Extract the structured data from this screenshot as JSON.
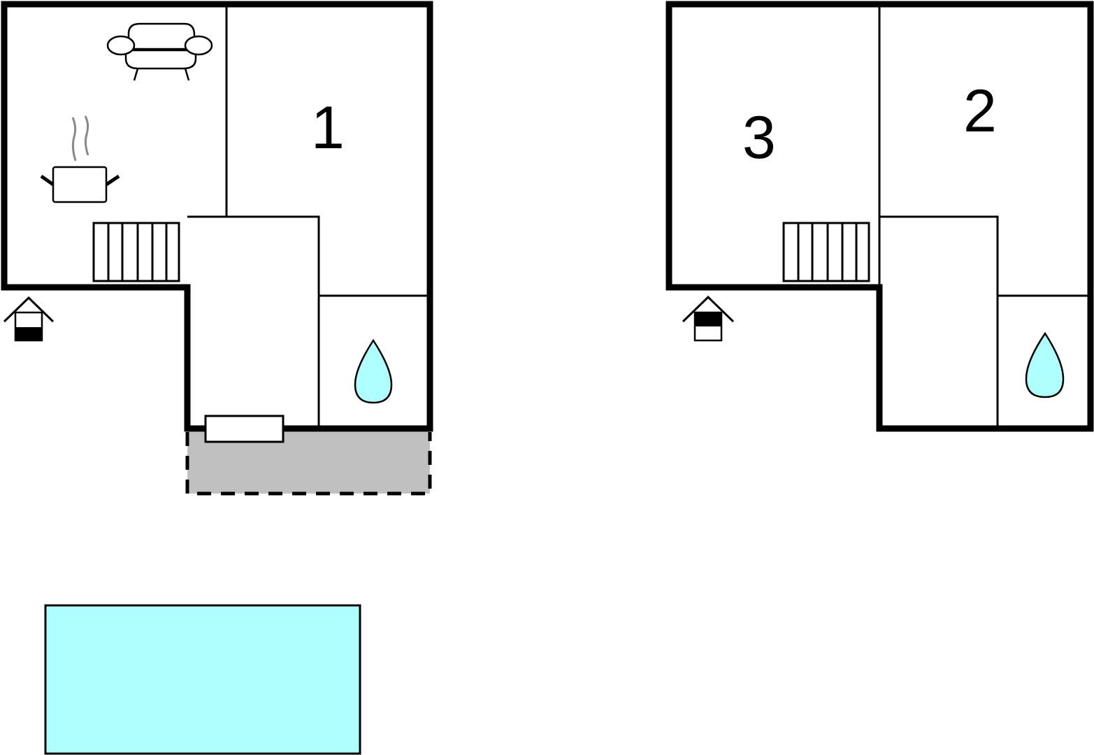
{
  "diagram": {
    "type": "floor-plan",
    "floors": [
      {
        "name": "ground-floor",
        "rooms": [
          {
            "label": "1",
            "kind": "bedroom"
          },
          {
            "label": "",
            "kind": "living-kitchen"
          },
          {
            "label": "",
            "kind": "hallway"
          },
          {
            "label": "",
            "kind": "bathroom"
          }
        ],
        "icons": [
          "sofa-icon",
          "cooking-pot-icon",
          "stairs-icon",
          "bathroom-drop-icon",
          "floor-indicator-icon",
          "door-icon"
        ],
        "floor_indicator": "ground"
      },
      {
        "name": "upper-floor",
        "rooms": [
          {
            "label": "3",
            "kind": "bedroom"
          },
          {
            "label": "2",
            "kind": "bedroom"
          },
          {
            "label": "",
            "kind": "hallway"
          },
          {
            "label": "",
            "kind": "bathroom"
          }
        ],
        "icons": [
          "stairs-icon",
          "bathroom-drop-icon",
          "floor-indicator-icon"
        ],
        "floor_indicator": "upper"
      }
    ],
    "terrace": {
      "kind": "terrace",
      "style": "dashed",
      "fill": "#c0c0c0"
    },
    "pool": {
      "kind": "swimming-pool",
      "fill": "#b0ffff"
    },
    "colors": {
      "wall": "#000000",
      "water": "#b0ffff",
      "terrace": "#c0c0c0",
      "steam": "#888888",
      "background": "#ffffff"
    }
  },
  "labels": {
    "room1": "1",
    "room2": "2",
    "room3": "3"
  }
}
